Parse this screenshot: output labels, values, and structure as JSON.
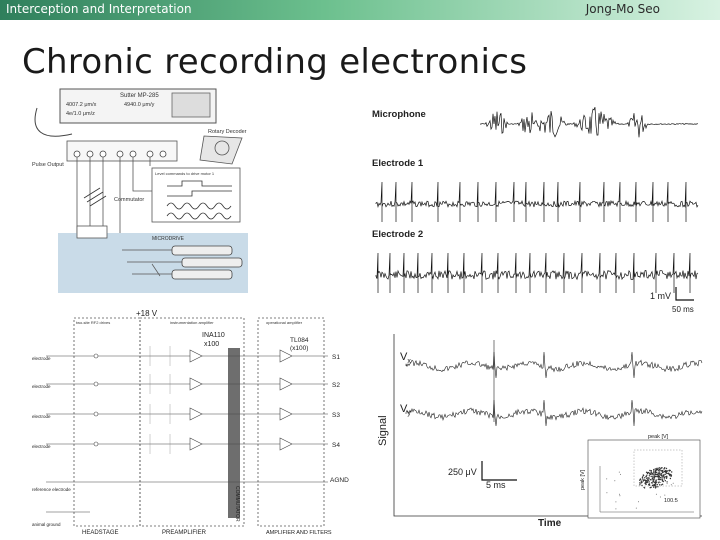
{
  "header": {
    "left": "Interception and Interpretation",
    "right": "Jong-Mo Seo"
  },
  "title": "Chronic recording electronics",
  "diagram_top_left": {
    "device": "Sutter MP-285",
    "readout_1": "4007.2 μm/x",
    "readout_2": "4940.0 μm/y",
    "readout_3": "4e/1.0 μm/z",
    "rotary_decoder": "Rotary Decoder",
    "pulse_output": "Pulse Output",
    "pulse_table_title": "Level commands to drive motor 1",
    "commutator": "Commutator",
    "microdrive": "MICRODRIVE"
  },
  "traces": {
    "microphone": "Microphone",
    "electrode1": "Electrode 1",
    "electrode2": "Electrode 2",
    "scale_v": "1 mV",
    "scale_t": "50 ms"
  },
  "circuit": {
    "supply": "+18 V",
    "headstage_box": "two-site RF2 drives",
    "preamp_box": "instrumentation amplifier",
    "filter_box": "operational amplifier",
    "ina": "INA110",
    "ina_gain": "x100",
    "tl": "TL084",
    "tl_gain": "(x100)",
    "commutator_bar": "COMMUTATOR",
    "electrode": "electrode",
    "reference": "reference electrode",
    "animal_ground": "animal ground",
    "outputs": [
      "S1",
      "S2",
      "S3",
      "S4"
    ],
    "agnd": "AGND",
    "headstage": "HEADSTAGE",
    "preamplifier": "PREAMPLIFIER",
    "amp_filters": "AMPLIFIER AND FILTERS"
  },
  "signal_plot": {
    "vx": "V",
    "vx_sub": "x",
    "vy": "V",
    "vy_sub": "y",
    "ylabel": "Signal",
    "xlabel": "Time",
    "scale_v": "250 μV",
    "scale_t": "5 ms",
    "inset_x": "peak [V]",
    "inset_y": "peak [V]",
    "inset_value": "100.5"
  }
}
